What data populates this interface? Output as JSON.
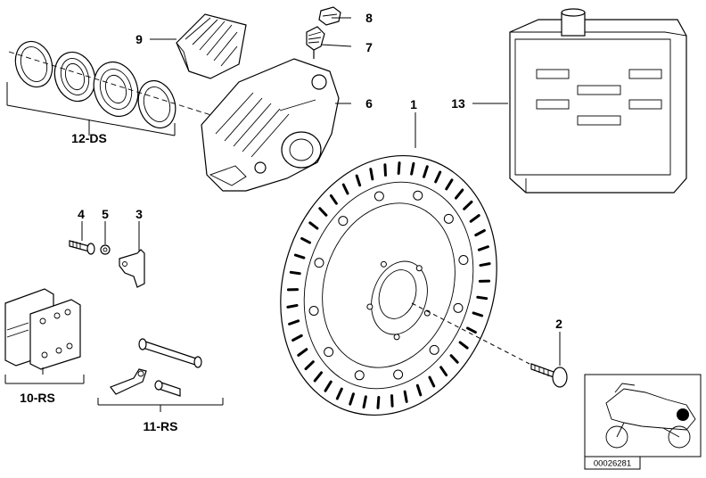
{
  "diagram": {
    "callouts": {
      "c1": "1",
      "c2": "2",
      "c3": "3",
      "c4": "4",
      "c5": "5",
      "c6": "6",
      "c7": "7",
      "c8": "8",
      "c9": "9",
      "c10": "10-RS",
      "c11": "11-RS",
      "c12": "12-DS",
      "c13": "13"
    },
    "reference_number": "00026281"
  }
}
